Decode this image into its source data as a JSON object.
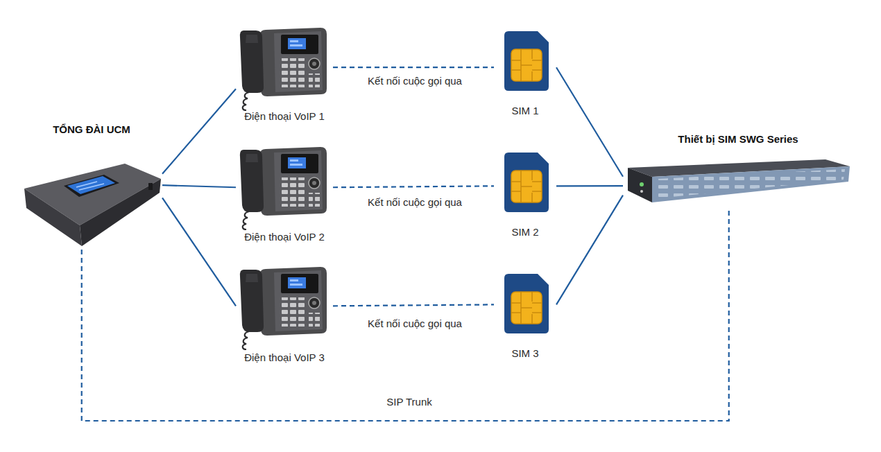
{
  "diagram": {
    "nodes": [
      {
        "text": [
          "TỔNG ĐÀI UCM"
        ]
      },
      {
        "text": [
          "Điện thoại VoIP 1"
        ]
      },
      {
        "text": [
          "Điện thoại VoIP 2"
        ]
      },
      {
        "text": [
          "Điện thoại VoIP 3"
        ]
      },
      {
        "text": [
          "SIM 1"
        ]
      },
      {
        "text": [
          "SIM 2"
        ]
      },
      {
        "text": [
          "SIM 3"
        ]
      },
      {
        "text": [
          "Thiết bị SIM SWG Series"
        ]
      }
    ],
    "edges": [
      {
        "from": 0,
        "to": 1,
        "arrow": "none"
      },
      {
        "from": 0,
        "to": 2,
        "arrow": "none"
      },
      {
        "from": 0,
        "to": 3,
        "arrow": "none"
      },
      {
        "from": 1,
        "to": 4,
        "arrow": "none",
        "label": "Kết nối cuộc gọi qua"
      },
      {
        "from": 2,
        "to": 5,
        "arrow": "none",
        "label": "Kết nối cuộc gọi qua"
      },
      {
        "from": 3,
        "to": 6,
        "arrow": "none",
        "label": "Kết nối cuộc gọi qua"
      },
      {
        "from": 4,
        "to": 7,
        "arrow": "none"
      },
      {
        "from": 5,
        "to": 7,
        "arrow": "none"
      },
      {
        "from": 6,
        "to": 7,
        "arrow": "none"
      },
      {
        "from": 0,
        "to": 7,
        "arrow": "none",
        "label": "SIP Trunk"
      }
    ]
  }
}
